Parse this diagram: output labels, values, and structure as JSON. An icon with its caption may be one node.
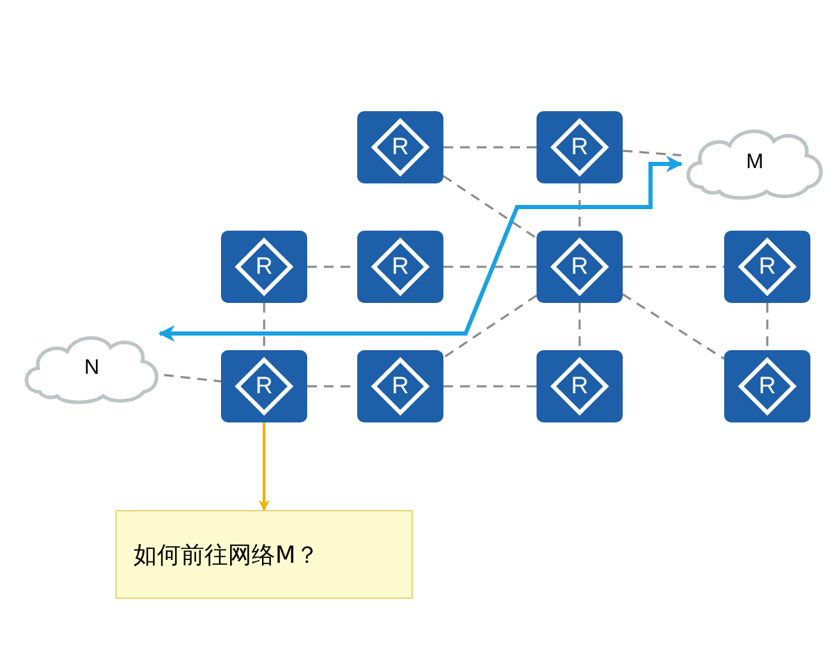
{
  "diagram": {
    "nodes": [
      {
        "text": [
          "R"
        ]
      },
      {
        "text": [
          "R"
        ]
      },
      {
        "text": [
          "M"
        ]
      },
      {
        "text": [
          "R"
        ]
      },
      {
        "text": [
          "R"
        ]
      },
      {
        "text": [
          "R"
        ]
      },
      {
        "text": [
          "R"
        ]
      },
      {
        "text": [
          "N"
        ]
      },
      {
        "text": [
          "R"
        ]
      },
      {
        "text": [
          "R"
        ]
      },
      {
        "text": [
          "R"
        ]
      },
      {
        "text": [
          "R"
        ]
      },
      {
        "text": [
          "如何前往网络M？"
        ]
      }
    ],
    "edges": [
      {
        "from": 0,
        "to": 1,
        "arrow": "none",
        "style": "dashed"
      },
      {
        "from": 1,
        "to": 2,
        "arrow": "none",
        "style": "dashed"
      },
      {
        "from": 0,
        "to": 5,
        "arrow": "none",
        "style": "dashed"
      },
      {
        "from": 1,
        "to": 5,
        "arrow": "none",
        "style": "dashed"
      },
      {
        "from": 3,
        "to": 4,
        "arrow": "none",
        "style": "dashed"
      },
      {
        "from": 4,
        "to": 5,
        "arrow": "none",
        "style": "dashed"
      },
      {
        "from": 5,
        "to": 6,
        "arrow": "none",
        "style": "dashed"
      },
      {
        "from": 3,
        "to": 8,
        "arrow": "none",
        "style": "dashed"
      },
      {
        "from": 5,
        "to": 10,
        "arrow": "none",
        "style": "dashed"
      },
      {
        "from": 5,
        "to": 9,
        "arrow": "none",
        "style": "dashed"
      },
      {
        "from": 5,
        "to": 11,
        "arrow": "none",
        "style": "dashed"
      },
      {
        "from": 6,
        "to": 11,
        "arrow": "none",
        "style": "dashed"
      },
      {
        "from": 7,
        "to": 8,
        "arrow": "none",
        "style": "dashed"
      },
      {
        "from": 8,
        "to": 9,
        "arrow": "none",
        "style": "dashed"
      },
      {
        "from": 9,
        "to": 10,
        "arrow": "none",
        "style": "dashed"
      },
      {
        "from": 7,
        "to": 2,
        "arrow": "both",
        "style": "thick",
        "color": "#1ba1e2"
      },
      {
        "from": 8,
        "to": 12,
        "arrow": "to",
        "color": "#f0b400"
      }
    ]
  }
}
